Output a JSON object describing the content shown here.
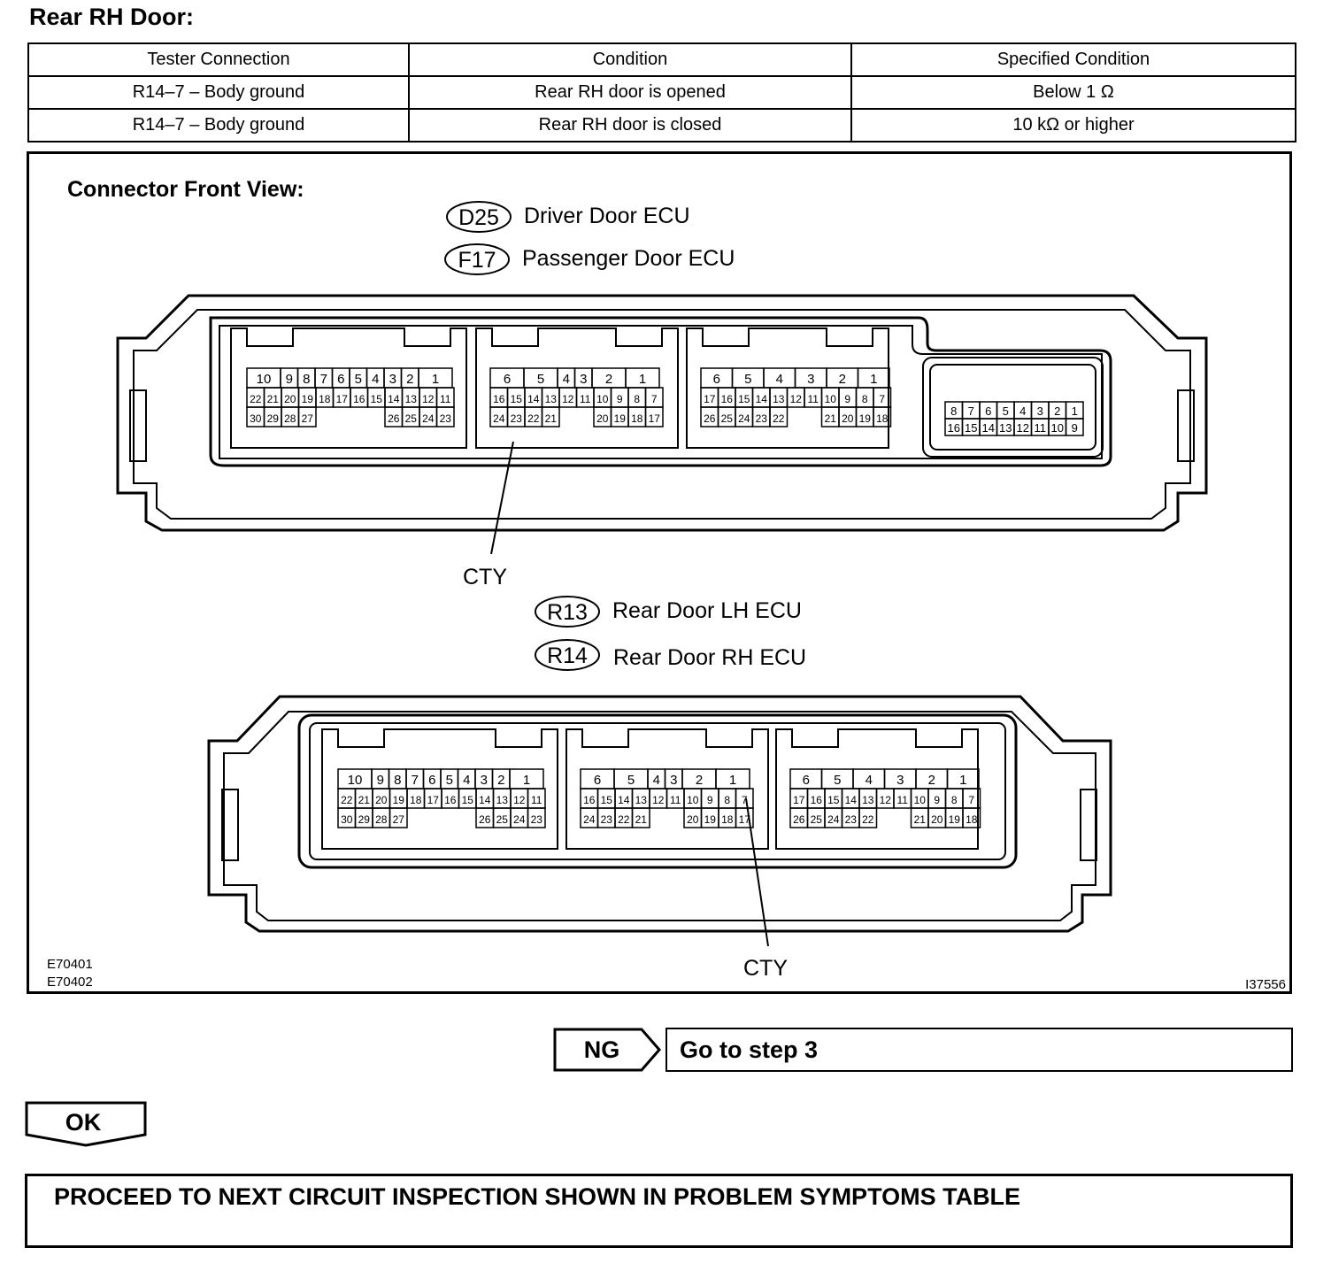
{
  "heading": "Rear RH Door:",
  "table": {
    "headers": [
      "Tester Connection",
      "Condition",
      "Specified Condition"
    ],
    "rows": [
      [
        "R14–7 – Body ground",
        "Rear RH door is opened",
        "Below 1 Ω"
      ],
      [
        "R14–7 – Body ground",
        "Rear RH door is closed",
        "10 kΩ or higher"
      ]
    ]
  },
  "diagram": {
    "caption": "Connector Front View:",
    "connector_top": {
      "labels": [
        {
          "code": "D25",
          "name": "Driver Door ECU"
        },
        {
          "code": "F17",
          "name": "Passenger Door ECU"
        }
      ],
      "callout": "CTY"
    },
    "connector_bottom": {
      "labels": [
        {
          "code": "R13",
          "name": "Rear Door LH ECU"
        },
        {
          "code": "R14",
          "name": "Rear Door RH ECU"
        }
      ],
      "callout": "CTY"
    },
    "figure_codes": [
      "E70401",
      "E70402"
    ],
    "figure_id": "I37556"
  },
  "ng": {
    "label": "NG",
    "action": "Go to step 3"
  },
  "ok": {
    "label": "OK"
  },
  "proceed": "PROCEED TO NEXT CIRCUIT INSPECTION SHOWN IN PROBLEM SYMPTOMS TABLE"
}
